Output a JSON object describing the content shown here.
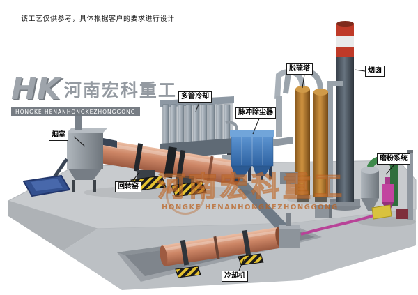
{
  "disclaimer": "该工艺仅供参考，具体根据客户的要求进行设计",
  "logo": {
    "monogram": "HK",
    "brand_cn": "河南宏科重工",
    "brand_en": "HONGKE HENANHONGKEZHONGGONG"
  },
  "watermark": {
    "text_cn": "河南宏科重工",
    "text_en": "HONGKE HENANHONGKEZHONGGONG"
  },
  "labels": {
    "smoke_chamber": "烟室",
    "rotary_kiln": "回转窑",
    "multi_tube_cooler": "多管冷却",
    "pulse_dust_collector": "脉冲除尘器",
    "desulfurization_tower": "脱硫塔",
    "chimney": "烟囱",
    "grinding_system": "磨粉系统",
    "cooling_machine": "冷却机"
  },
  "colors": {
    "kiln_body": "#cd8666",
    "dust_collector_blue": "#3f7fc1",
    "tower_orange": "#c98a38",
    "chimney_band_red": "#bf3a28",
    "chimney_body": "#4a5560",
    "watermark_orange": "#ba5e1c",
    "platform_gray": "#c8cbce"
  }
}
